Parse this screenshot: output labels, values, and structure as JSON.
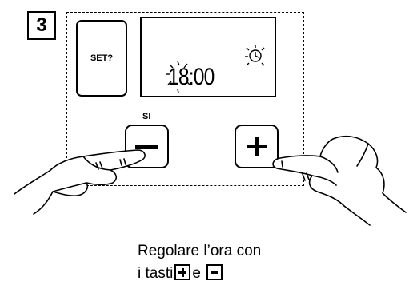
{
  "step": {
    "number": "3"
  },
  "device": {
    "set_key_label": "SET?",
    "display": {
      "time": "18:00",
      "icons": [
        "sun-icon",
        "clock-icon"
      ]
    },
    "minus_button": {
      "caption": "SI",
      "icon": "minus-icon"
    },
    "plus_button": {
      "icon": "plus-icon"
    }
  },
  "instruction": {
    "line1": "Regolare l’ora con",
    "line2_prefix": "i tasti",
    "line2_conjunction": "e",
    "key_icons": [
      "plus-icon",
      "minus-icon"
    ]
  }
}
